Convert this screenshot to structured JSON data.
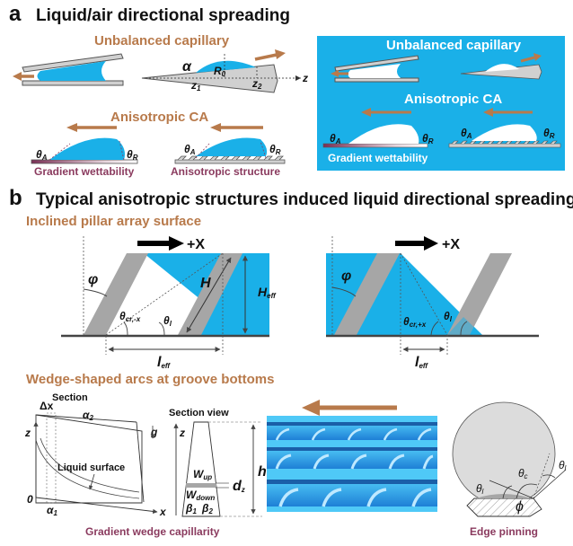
{
  "panel_a": {
    "label": "a",
    "title": "Liquid/air directional spreading",
    "unbalanced_capillary": "Unbalanced capillary",
    "anisotropic_ca": "Anisotropic CA",
    "gradient_wettability": "Gradient wettability",
    "anisotropic_structure": "Anisotropic structure",
    "symbols": {
      "alpha": "α",
      "r0": "R",
      "r0_sub": "0",
      "z": "z",
      "z1": "z",
      "z1_sub": "1",
      "z2": "z",
      "z2_sub": "2",
      "theta_a": "θ",
      "theta_a_sub": "A",
      "theta_r": "θ",
      "theta_r_sub": "R"
    },
    "inverse_box": {
      "unbalanced_capillary": "Unbalanced capillary",
      "anisotropic_ca": "Anisotropic CA",
      "gradient_wettability": "Gradient wettability"
    }
  },
  "panel_b": {
    "label": "b",
    "title": "Typical anisotropic structures induced liquid directional spreading",
    "inclined_title": "Inclined pillar array surface",
    "direction": "+X",
    "symbols": {
      "phi": "φ",
      "theta_cr_minus": "θ",
      "theta_cr_minus_sub": "cr,-x",
      "theta_cr_plus": "θ",
      "theta_cr_plus_sub": "cr,+x",
      "theta_l": "θ",
      "theta_l_sub": "l",
      "H": "H",
      "H_eff": "H",
      "H_eff_sub": "eff",
      "l_eff": "l",
      "l_eff_sub": "eff"
    },
    "wedge_title": "Wedge-shaped arcs at groove bottoms",
    "wedge": {
      "section": "Section",
      "delta_x": "Δx",
      "alpha2": "α",
      "alpha2_sub": "2",
      "alpha1": "α",
      "alpha1_sub": "1",
      "z": "z",
      "x": "x",
      "zero": "0",
      "liquid_surface": "Liquid surface",
      "section_view": "Section view",
      "g": "g",
      "w_up": "W",
      "w_up_sub": "up",
      "w_down": "W",
      "w_down_sub": "down",
      "beta1": "β",
      "beta1_sub": "1",
      "beta2": "β",
      "beta2_sub": "2",
      "dz": "d",
      "dz_sub": "z",
      "h": "h",
      "caption": "Gradient wedge capillarity"
    },
    "edge": {
      "theta_l": "θ",
      "theta_l_sub": "l",
      "theta_c": "θ",
      "theta_c_sub": "c",
      "phi": "ϕ",
      "caption": "Edge pinning"
    }
  },
  "colors": {
    "liquid_blue": "#1ab0e8",
    "arrow_brown": "#b87a4b",
    "caption_purple": "#8a3a5e",
    "solid_gray": "#a6a6a6"
  }
}
